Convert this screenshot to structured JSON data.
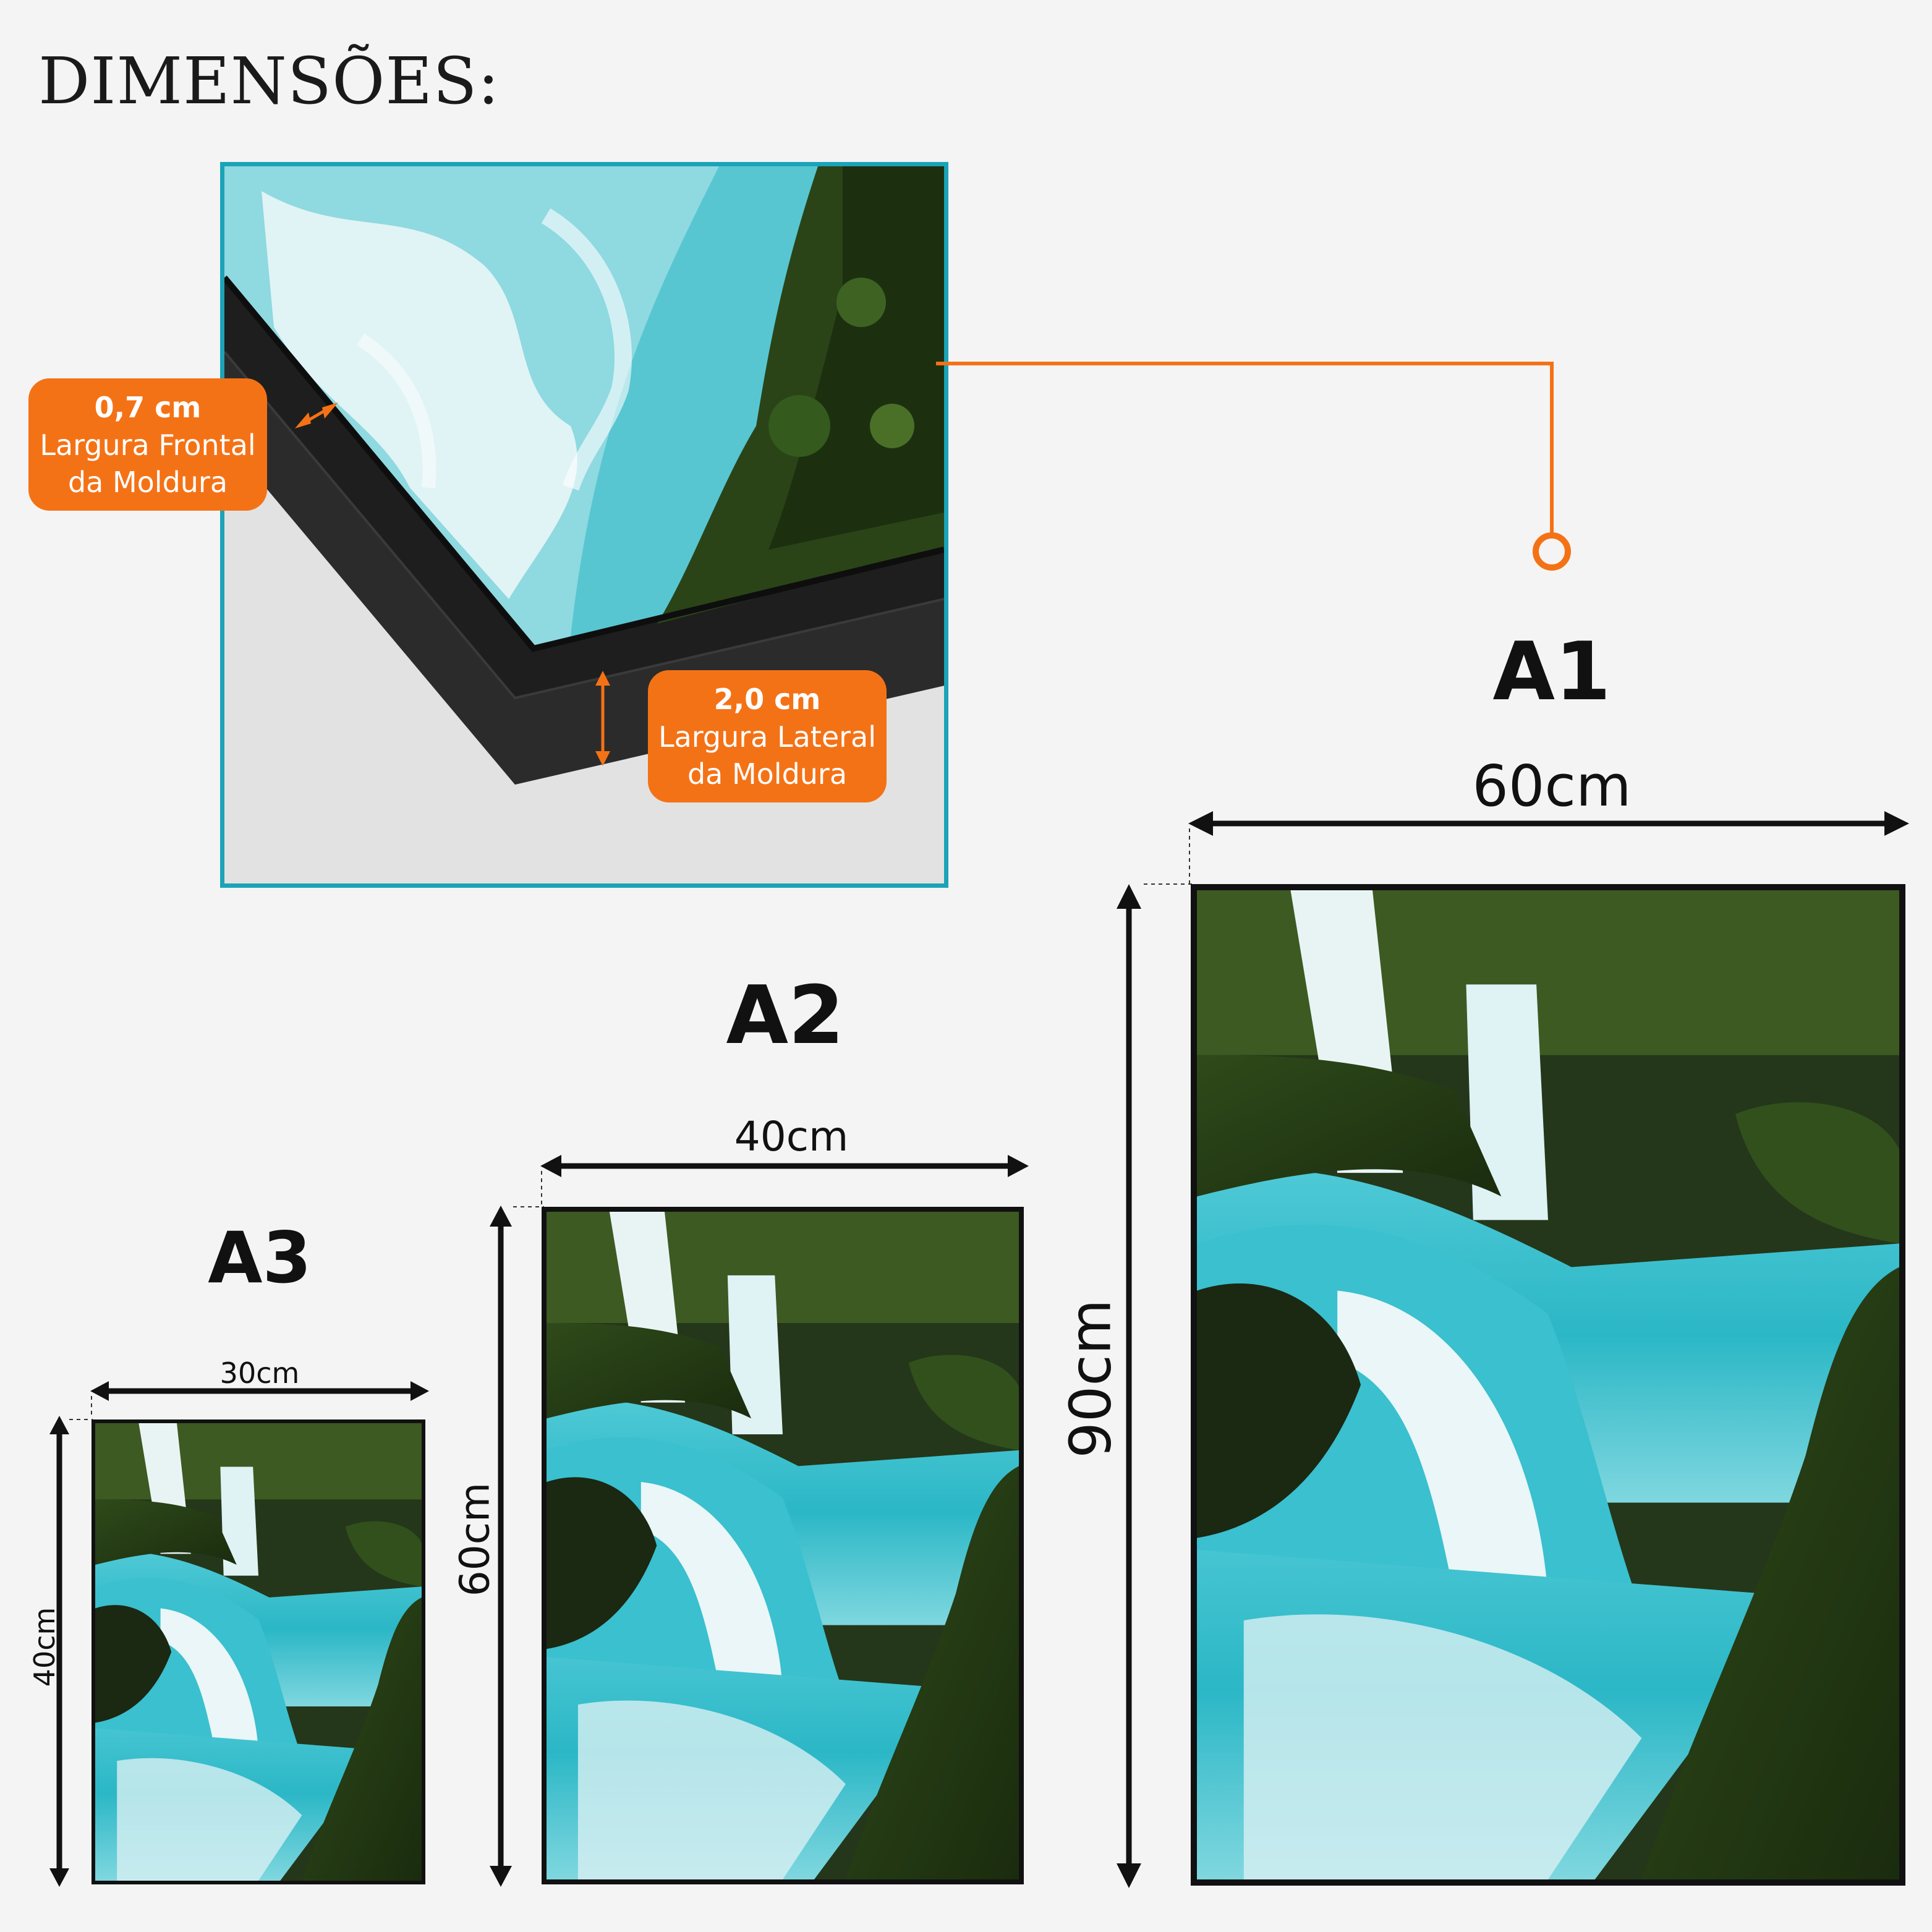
{
  "header": {
    "title": "DIMENSÕES:"
  },
  "detail": {
    "front_badge": {
      "value": "0,7 cm",
      "line1": "Largura Frontal",
      "line2": "da Moldura"
    },
    "side_badge": {
      "value": "2,0 cm",
      "line1": "Largura Lateral",
      "line2": "da Moldura"
    }
  },
  "sizes": [
    {
      "name": "A3",
      "width": "30cm",
      "height": "40cm"
    },
    {
      "name": "A2",
      "width": "40cm",
      "height": "60cm"
    },
    {
      "name": "A1",
      "width": "60cm",
      "height": "90cm"
    }
  ],
  "colors": {
    "accent": "#f47216",
    "detail_border": "#1ba3b8",
    "frame": "#111111"
  }
}
